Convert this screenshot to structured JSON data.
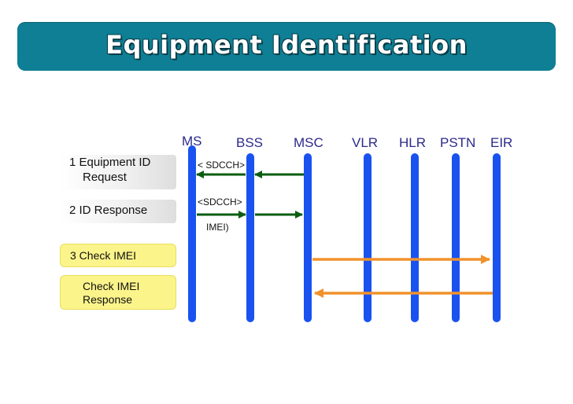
{
  "title": "Equipment Identification",
  "entities": [
    "MS",
    "BSS",
    "MSC",
    "VLR",
    "HLR",
    "PSTN",
    "EIR"
  ],
  "steps": [
    {
      "line1": "1 Equipment ID",
      "line2": "Request"
    },
    {
      "line1": "2  ID Response",
      "line2": ""
    },
    {
      "line1": "3  Check IMEI",
      "line2": ""
    },
    {
      "line1": "Check IMEI",
      "line2": "Response"
    }
  ],
  "labels": {
    "sdcch1": "< SDCCH>",
    "sdcch2": "<SDCCH>",
    "imei": "IMEI)"
  },
  "colors": {
    "title_bg": "#0e7f94",
    "lifeline": "#1a52f0",
    "green_arrow": "#0b5e12",
    "orange_arrow": "#f0922c",
    "entity_text": "#2c2a8a",
    "step_highlight": "#fbf48a"
  }
}
